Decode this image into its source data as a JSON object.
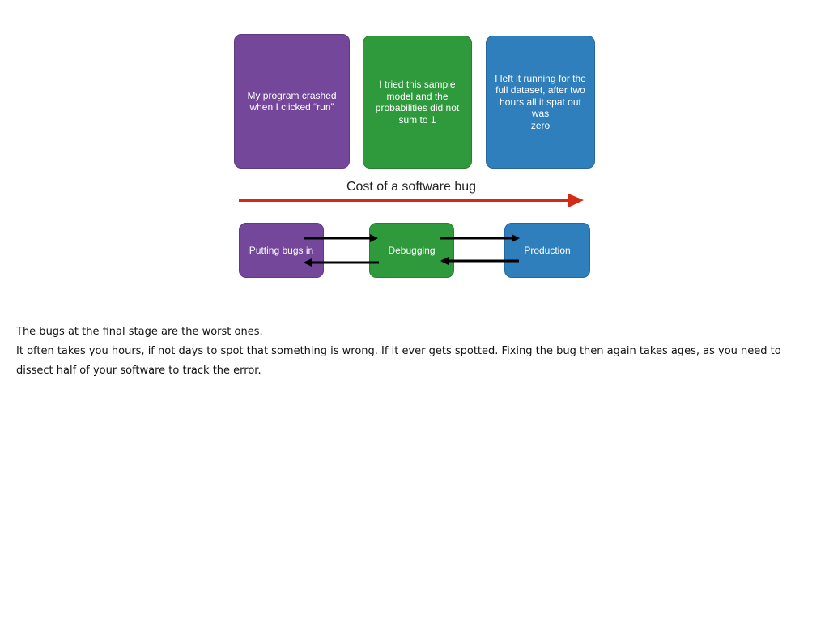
{
  "cards": [
    {
      "text": "My program crashed\nwhen I clicked “run”",
      "color": "#74479a"
    },
    {
      "text": "I tried this sample\nmodel and the\nprobabilities did not\nsum to 1",
      "color": "#2e9a3c"
    },
    {
      "text": "I left it running for the\nfull dataset, after two\nhours all it spat out was\nzero",
      "color": "#2f7fbc"
    }
  ],
  "cost_arrow": {
    "label": "Cost of a software bug",
    "color": "#d42a15"
  },
  "stages": [
    {
      "label": "Putting bugs in",
      "color": "#74479a"
    },
    {
      "label": "Debugging",
      "color": "#2e9a3c"
    },
    {
      "label": "Production",
      "color": "#2f7fbc"
    }
  ],
  "notes": {
    "line1": "The bugs at the final stage are the worst ones.",
    "line2": "It often takes you hours, if not days to spot that something is wrong. If it ever gets spotted. Fixing the bug then again takes ages, as you need to dissect half of your software to track the error."
  }
}
